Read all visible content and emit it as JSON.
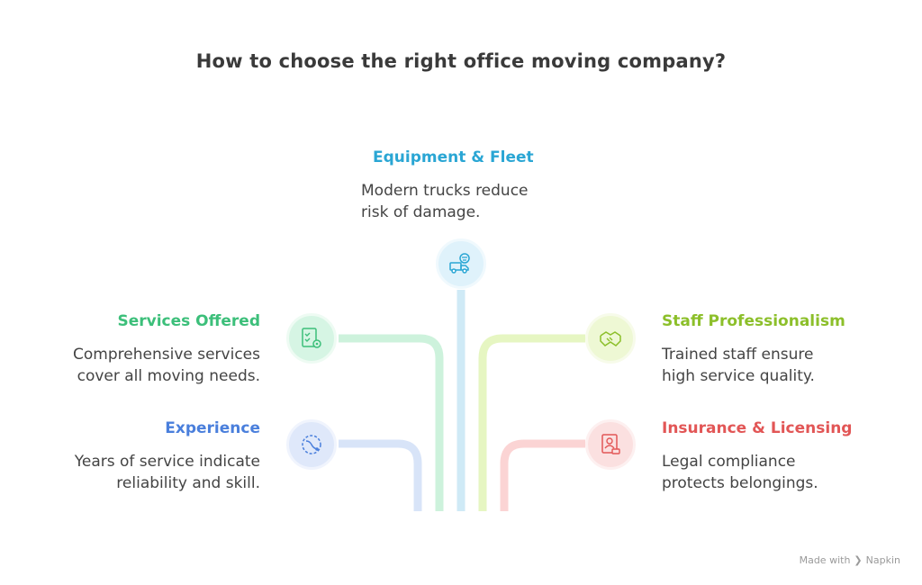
{
  "title": "How to choose the right office moving company?",
  "items": {
    "equipment": {
      "heading": "Equipment & Fleet",
      "desc_line1": "Modern trucks reduce",
      "desc_line2": "risk of damage.",
      "color": "#2aa6d4",
      "icon": "truck-icon"
    },
    "services": {
      "heading": "Services Offered",
      "desc_line1": "Comprehensive services",
      "desc_line2": "cover all moving needs.",
      "color": "#3cbf7a",
      "icon": "checklist-gear-icon"
    },
    "staff": {
      "heading": "Staff Professionalism",
      "desc_line1": "Trained staff ensure",
      "desc_line2": "high service quality.",
      "color": "#8cbf2a",
      "icon": "handshake-icon"
    },
    "experience": {
      "heading": "Experience",
      "desc_line1": "Years of service indicate",
      "desc_line2": "reliability and skill.",
      "color": "#4a7fdc",
      "icon": "path-icon"
    },
    "insurance": {
      "heading": "Insurance & Licensing",
      "desc_line1": "Legal compliance",
      "desc_line2": "protects belongings.",
      "color": "#e25656",
      "icon": "license-icon"
    }
  },
  "footer": {
    "made_with": "Made with",
    "brand": "Napkin"
  }
}
